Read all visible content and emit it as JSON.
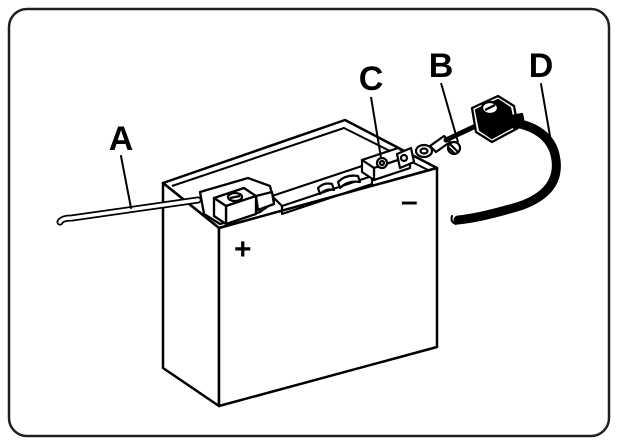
{
  "diagram": {
    "callouts": {
      "a": "A",
      "b": "B",
      "c": "C",
      "d": "D"
    },
    "terminals": {
      "positive": "+",
      "negative": "–"
    },
    "colors": {
      "stroke": "#000000",
      "background": "#ffffff",
      "frame": "#231f20"
    }
  }
}
